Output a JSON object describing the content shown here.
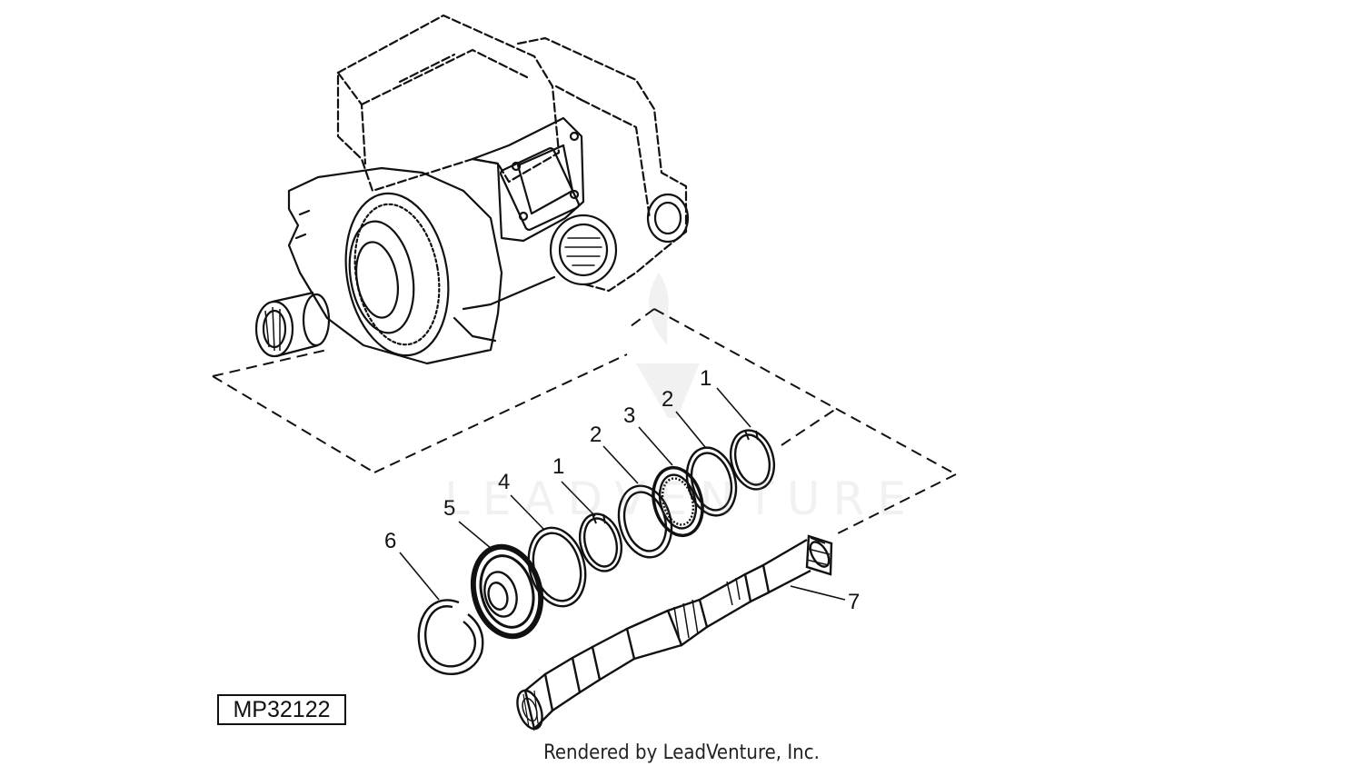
{
  "diagram": {
    "figure_id": "MP32122",
    "credit": "Rendered by LeadVenture, Inc.",
    "watermark": "LEADVENTURE",
    "callouts": [
      {
        "label": "1",
        "part": "snap-ring-upper"
      },
      {
        "label": "2",
        "part": "washer-upper"
      },
      {
        "label": "3",
        "part": "bearing-thin"
      },
      {
        "label": "2",
        "part": "washer-middle"
      },
      {
        "label": "1",
        "part": "snap-ring-middle"
      },
      {
        "label": "4",
        "part": "washer-large"
      },
      {
        "label": "5",
        "part": "seal"
      },
      {
        "label": "6",
        "part": "retaining-ring"
      },
      {
        "label": "7",
        "part": "drive-shaft"
      }
    ]
  }
}
